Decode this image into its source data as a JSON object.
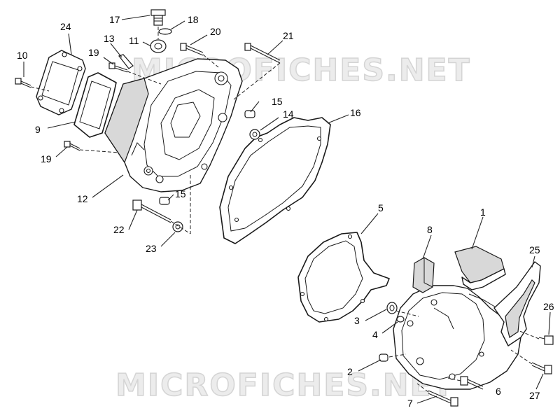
{
  "watermark": {
    "upper": "MICROFICHES.NET",
    "lower": "MICROFICHES.NET"
  },
  "callouts": {
    "c1": "1",
    "c2": "2",
    "c3": "3",
    "c4": "4",
    "c5": "5",
    "c6": "6",
    "c7": "7",
    "c8": "8",
    "c9": "9",
    "c10": "10",
    "c11": "11",
    "c12": "12",
    "c13": "13",
    "c14": "14",
    "c15a": "15",
    "c15b": "15",
    "c16": "16",
    "c17": "17",
    "c18": "18",
    "c19a": "19",
    "c19b": "19",
    "c20": "20",
    "c21": "21",
    "c22": "22",
    "c23": "23",
    "c24": "24",
    "c25": "25",
    "c26": "26",
    "c27": "27"
  }
}
